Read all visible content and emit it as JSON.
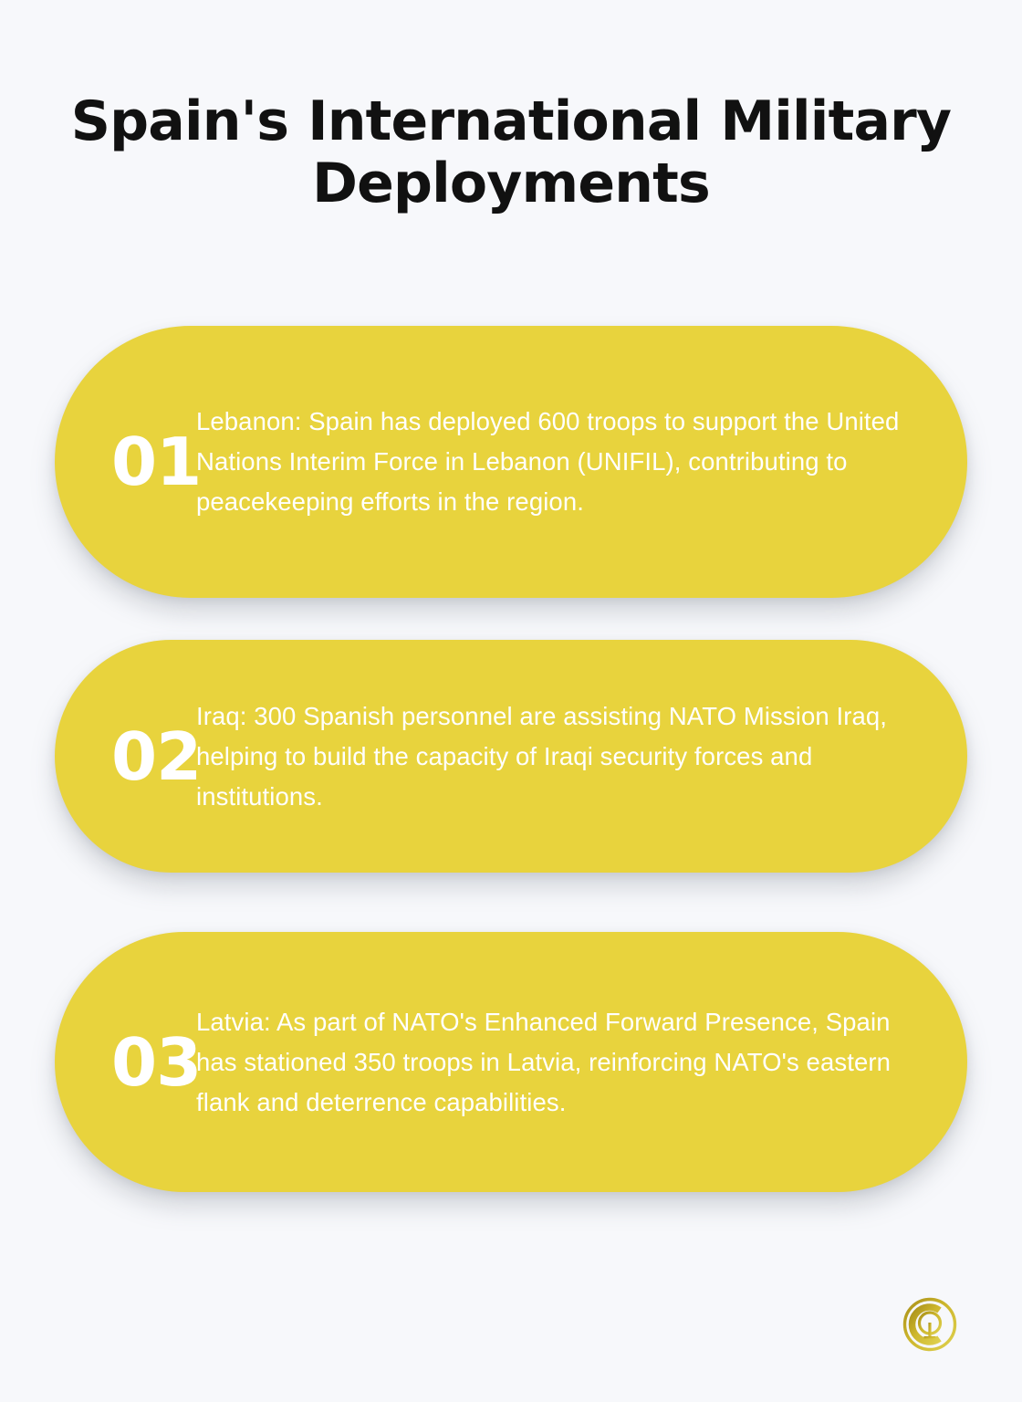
{
  "page": {
    "background_color": "#f7f8fb",
    "accent_color": "#e8d33d",
    "title_color": "#111111",
    "card_text_color": "#ffffff",
    "logo_color": "#b9a11f"
  },
  "header": {
    "title": "Spain's International Military Deployments"
  },
  "cards": [
    {
      "number": "01",
      "text": "Lebanon: Spain has deployed 600 troops to support the United Nations Interim Force in Lebanon (UNIFIL), contributing to peacekeeping efforts in the region."
    },
    {
      "number": "02",
      "text": "Iraq: 300 Spanish personnel are assisting NATO Mission Iraq, helping to build the capacity of Iraqi security forces and institutions."
    },
    {
      "number": "03",
      "text": "Latvia: As part of NATO's Enhanced Forward Presence, Spain has stationed 350 troops in Latvia, reinforcing NATO's eastern flank and deterrence capabilities."
    }
  ],
  "footer": {
    "logo_name": "cq-monogram-logo"
  }
}
